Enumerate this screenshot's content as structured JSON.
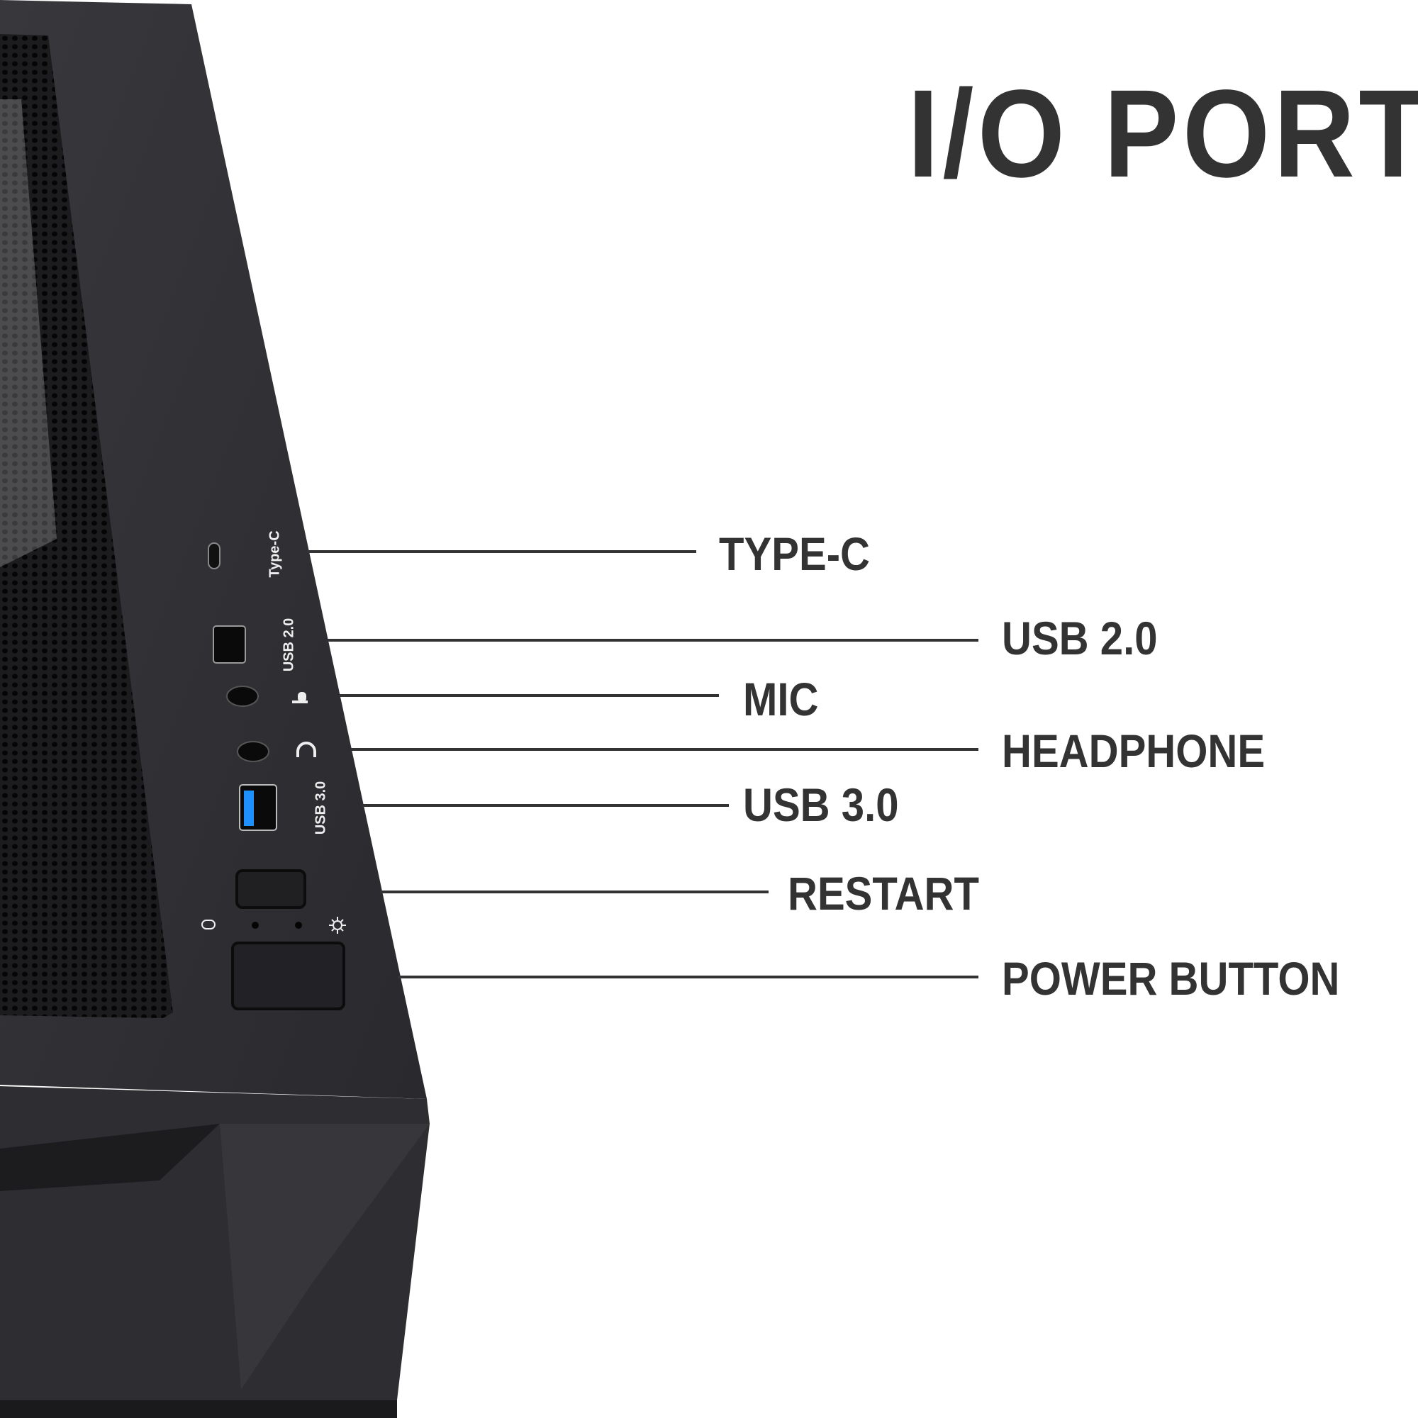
{
  "title": "I/O PORT",
  "callouts": [
    {
      "id": "type-c",
      "label": "TYPE-C"
    },
    {
      "id": "usb-2",
      "label": "USB 2.0"
    },
    {
      "id": "mic",
      "label": "MIC"
    },
    {
      "id": "headphone",
      "label": "HEADPHONE"
    },
    {
      "id": "usb-3",
      "label": "USB 3.0"
    },
    {
      "id": "restart",
      "label": "RESTART"
    },
    {
      "id": "power",
      "label": "POWER BUTTON"
    }
  ],
  "panel_print": {
    "type_c": "Type-C",
    "usb2": "USB 2.0",
    "usb3": "USB 3.0"
  },
  "colors": {
    "text": "#333333",
    "case": "#2b2b2e",
    "usb3_blue": "#1e90ff"
  }
}
